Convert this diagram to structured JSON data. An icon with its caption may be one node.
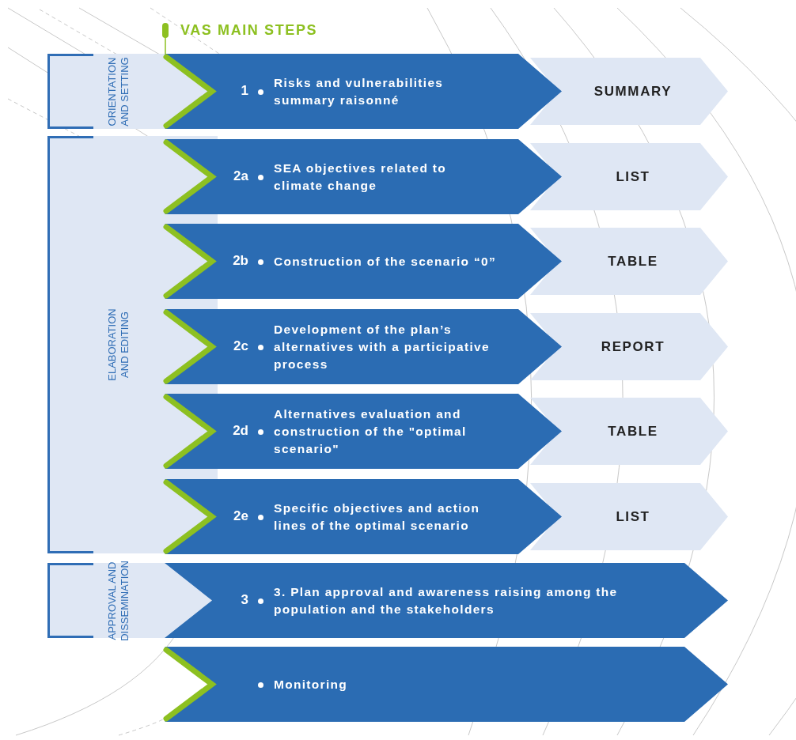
{
  "diagram": {
    "title": "VAS MAIN STEPS",
    "nodes": [
      {
        "text": [
          "ORIENTATION AND SETTING"
        ]
      },
      {
        "text": [
          "1",
          "Risks and vulnerabilities summary raisonné"
        ]
      },
      {
        "text": [
          "SUMMARY"
        ]
      },
      {
        "text": [
          "ELABORATION AND EDITING"
        ]
      },
      {
        "text": [
          "2a",
          "SEA objectives related to climate change"
        ]
      },
      {
        "text": [
          "LIST"
        ]
      },
      {
        "text": [
          "2b",
          "Construction of the scenario “0”"
        ]
      },
      {
        "text": [
          "TABLE"
        ]
      },
      {
        "text": [
          "2c",
          "Development of the plan’s alternatives with a participative process"
        ]
      },
      {
        "text": [
          "REPORT"
        ]
      },
      {
        "text": [
          "2d",
          "Alternatives evaluation and construction of the \"optimal scenario\""
        ]
      },
      {
        "text": [
          "TABLE"
        ]
      },
      {
        "text": [
          "2e",
          "Specific objectives and action lines of the optimal scenario"
        ]
      },
      {
        "text": [
          "LIST"
        ]
      },
      {
        "text": [
          "APPROVAL AND DISSEMINATION"
        ]
      },
      {
        "text": [
          "3",
          "3. Plan approval and awareness raising among the population and the stakeholders"
        ]
      },
      {
        "text": [
          "Monitoring"
        ]
      }
    ]
  }
}
